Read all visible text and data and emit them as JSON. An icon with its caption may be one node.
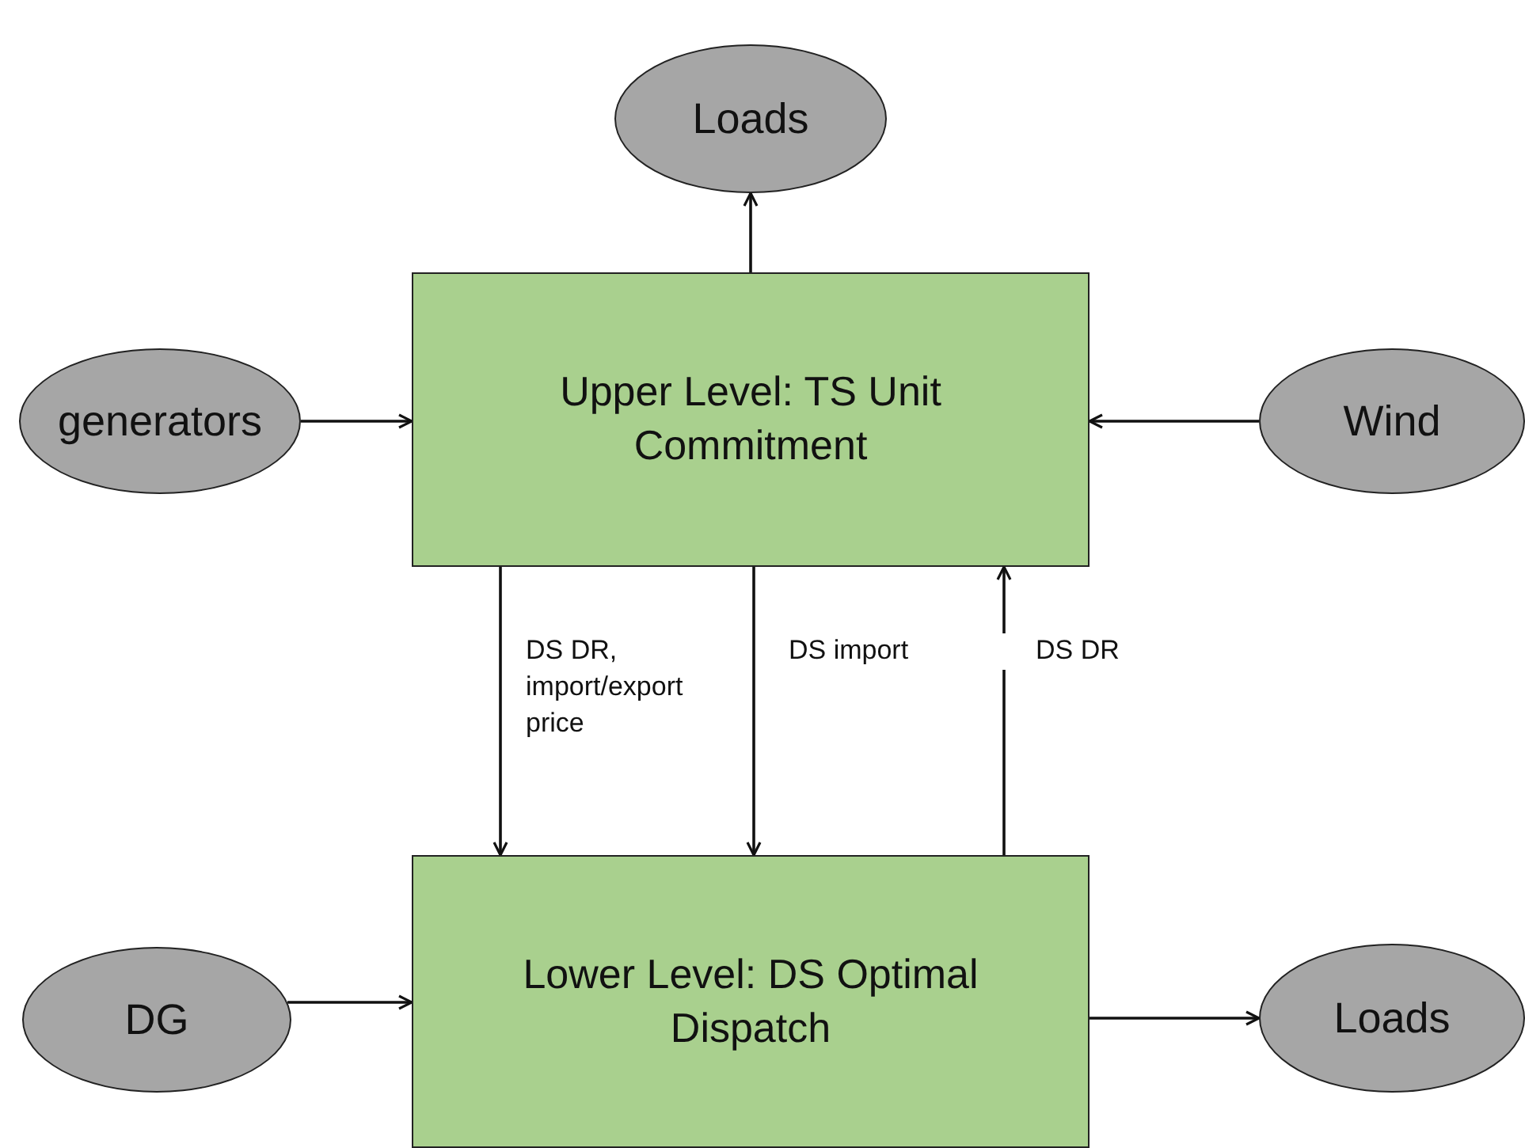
{
  "diagram": {
    "nodes": [
      {
        "text": [
          "Loads"
        ]
      },
      {
        "text": [
          "Upper Level: TS Unit Commitment"
        ]
      },
      {
        "text": [
          "generators"
        ]
      },
      {
        "text": [
          "Wind"
        ]
      },
      {
        "text": [
          "Lower Level: DS Optimal Dispatch"
        ]
      },
      {
        "text": [
          "DG"
        ]
      },
      {
        "text": [
          "Loads"
        ]
      }
    ],
    "edges": [
      {
        "from": 1,
        "to": 0,
        "arrow": "to"
      },
      {
        "from": 2,
        "to": 1,
        "arrow": "to"
      },
      {
        "from": 3,
        "to": 1,
        "arrow": "to"
      },
      {
        "from": 1,
        "to": 4,
        "arrow": "to",
        "label": "DS DR, import/export price"
      },
      {
        "from": 1,
        "to": 4,
        "arrow": "to",
        "label": "DS import"
      },
      {
        "from": 4,
        "to": 1,
        "arrow": "to",
        "label": "DS DR"
      },
      {
        "from": 5,
        "to": 4,
        "arrow": "to"
      },
      {
        "from": 4,
        "to": 6,
        "arrow": "to"
      }
    ]
  }
}
